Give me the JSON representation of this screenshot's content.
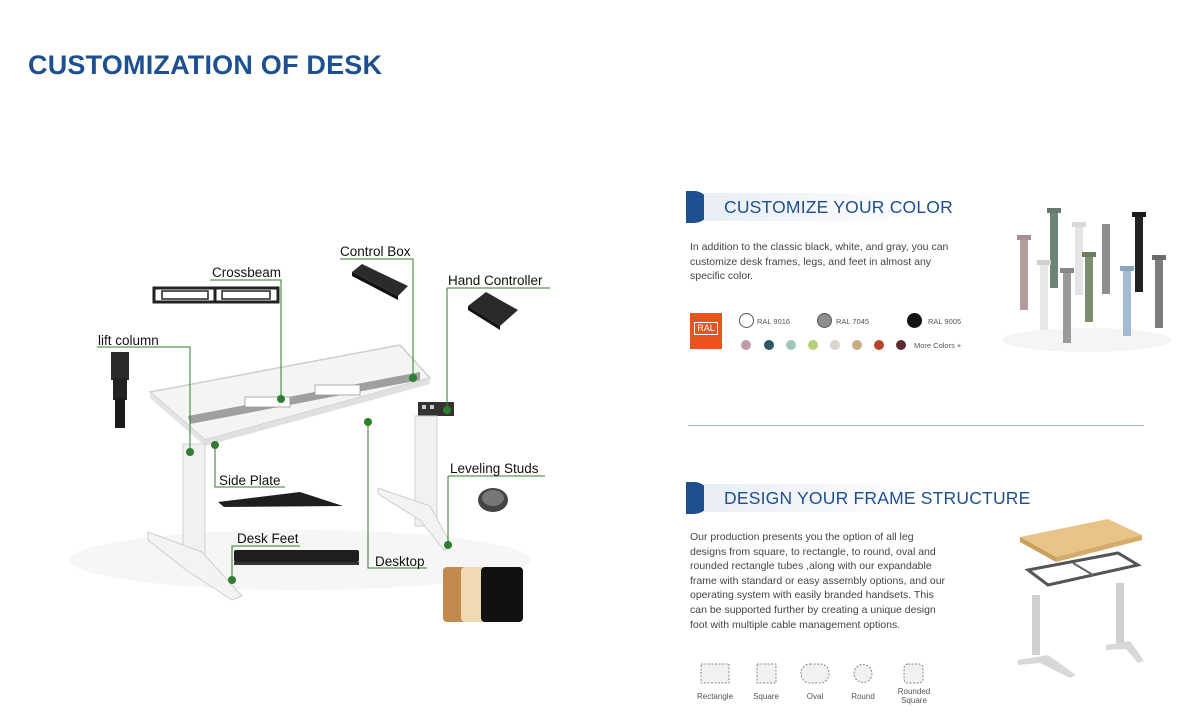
{
  "title": "CUSTOMIZATION OF DESK",
  "callouts": {
    "control_box": "Control Box",
    "crossbeam": "Crossbeam",
    "hand_controller": "Hand Controller",
    "lift_column": "lift column",
    "side_plate": "Side Plate",
    "leveling_studs": "Leveling Studs",
    "desk_feet": "Desk Feet",
    "desktop": "Desktop"
  },
  "color_section": {
    "heading": "CUSTOMIZE YOUR COLOR",
    "description_lines": [
      "In addition to the classic black, white, and gray, you can",
      "customize desk frames, legs, and feet in almost any",
      "specific color."
    ],
    "ral_logo": "RAL",
    "swatches": [
      {
        "label": "RAL 9016",
        "color": "#ffffff"
      },
      {
        "label": "RAL 7045",
        "color": "#8c8f91"
      },
      {
        "label": "RAL 9005",
        "color": "#141414"
      }
    ],
    "more_colors": "More Colors +",
    "extra_colors": [
      "#c39aa9",
      "#2e5563",
      "#9fc7bc",
      "#b8cf78",
      "#d9d5c8",
      "#c9ab86",
      "#b7442d",
      "#5e2b35"
    ]
  },
  "frame_section": {
    "heading": "DESIGN YOUR FRAME STRUCTURE",
    "description_lines": [
      "Our production presents you the option of all leg",
      "designs from square, to rectangle, to round,  oval and",
      "rounded rectangle tubes ,along with our expandable",
      "frame with standard or easy assembly options, and our",
      "operating system with easily branded handsets. This",
      "can be supported further by creating a unique design",
      "foot with multiple cable management options."
    ],
    "shapes": [
      {
        "label": "Rectangle"
      },
      {
        "label": "Square"
      },
      {
        "label": "Oval"
      },
      {
        "label": "Round"
      },
      {
        "label_lines": [
          "Rounded",
          "Square"
        ]
      }
    ]
  },
  "colors": {
    "title_blue": "#1d4f91",
    "callout_green": "#2f7d2f",
    "frame_white": "#f2f2f2"
  }
}
